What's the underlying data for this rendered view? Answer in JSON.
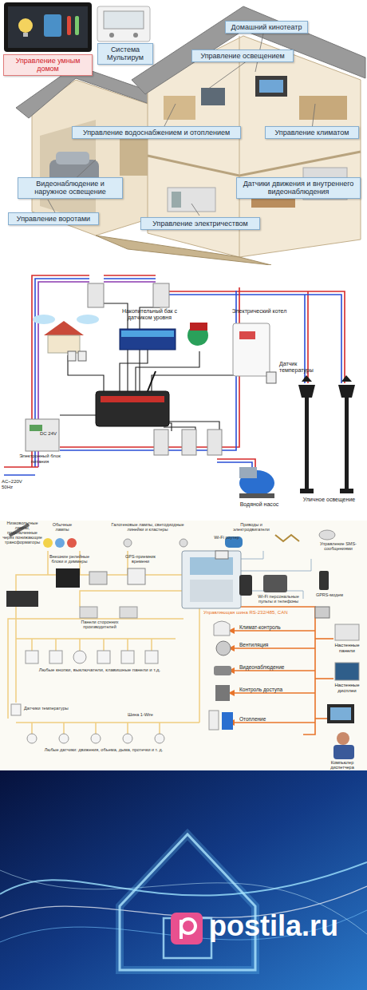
{
  "diagram": {
    "nodes": [
      {
        "text": [
          "Управление умным домом"
        ]
      },
      {
        "text": [
          "Система Мультирум"
        ]
      },
      {
        "text": [
          "Домашний кинотеатр"
        ]
      },
      {
        "text": [
          "Управление освещением"
        ]
      },
      {
        "text": [
          "Управление водоснабжением и отоплением"
        ]
      },
      {
        "text": [
          "Управление климатом"
        ]
      },
      {
        "text": [
          "Видеонаблюдение и наружное освещение"
        ]
      },
      {
        "text": [
          "Датчики движения и внутреннего видеонаблюдения"
        ]
      },
      {
        "text": [
          "Управление воротами"
        ]
      },
      {
        "text": [
          "Управление электричеством"
        ]
      }
    ],
    "labels": [
      "Накопительный бак с датчиком уровня",
      "Электрический котел",
      "Датчик температуры",
      "DC 24V",
      "Электронный блок питания",
      "AC~220V 50Hz",
      "Водяной насос",
      "Уличное освещение",
      "Низковольтные лампы, подключенные через понижающие трансформаторы",
      "Обычные лампы",
      "Галогеновые лампы, светодиодные линейки и кластеры",
      "Приводы и электродвигатели",
      "Управление SMS-сообщениями",
      "Внешние релейные блоки и диммеры",
      "GPS-приемник времени",
      "Wi-Fi роутер",
      "Wi-Fi персональные пульты и телефоны",
      "GPRS-модем",
      "Панели сторонних производителей",
      "Управляющая шина RS-232/485, CAN",
      "Любые кнопки, выключатели, клавишные панели и т.д.",
      "Климат-контроль",
      "Вентиляция",
      "Видеонаблюдение",
      "Контроль доступа",
      "Отопление",
      "Настенные панели",
      "Настенные дисплеи",
      "Компьютер диспетчера",
      "Датчики температуры",
      "Шина 1-Wire",
      "Любые датчики: движения, объема, дыма, протечки и т. д.",
      "postila.ru"
    ]
  }
}
